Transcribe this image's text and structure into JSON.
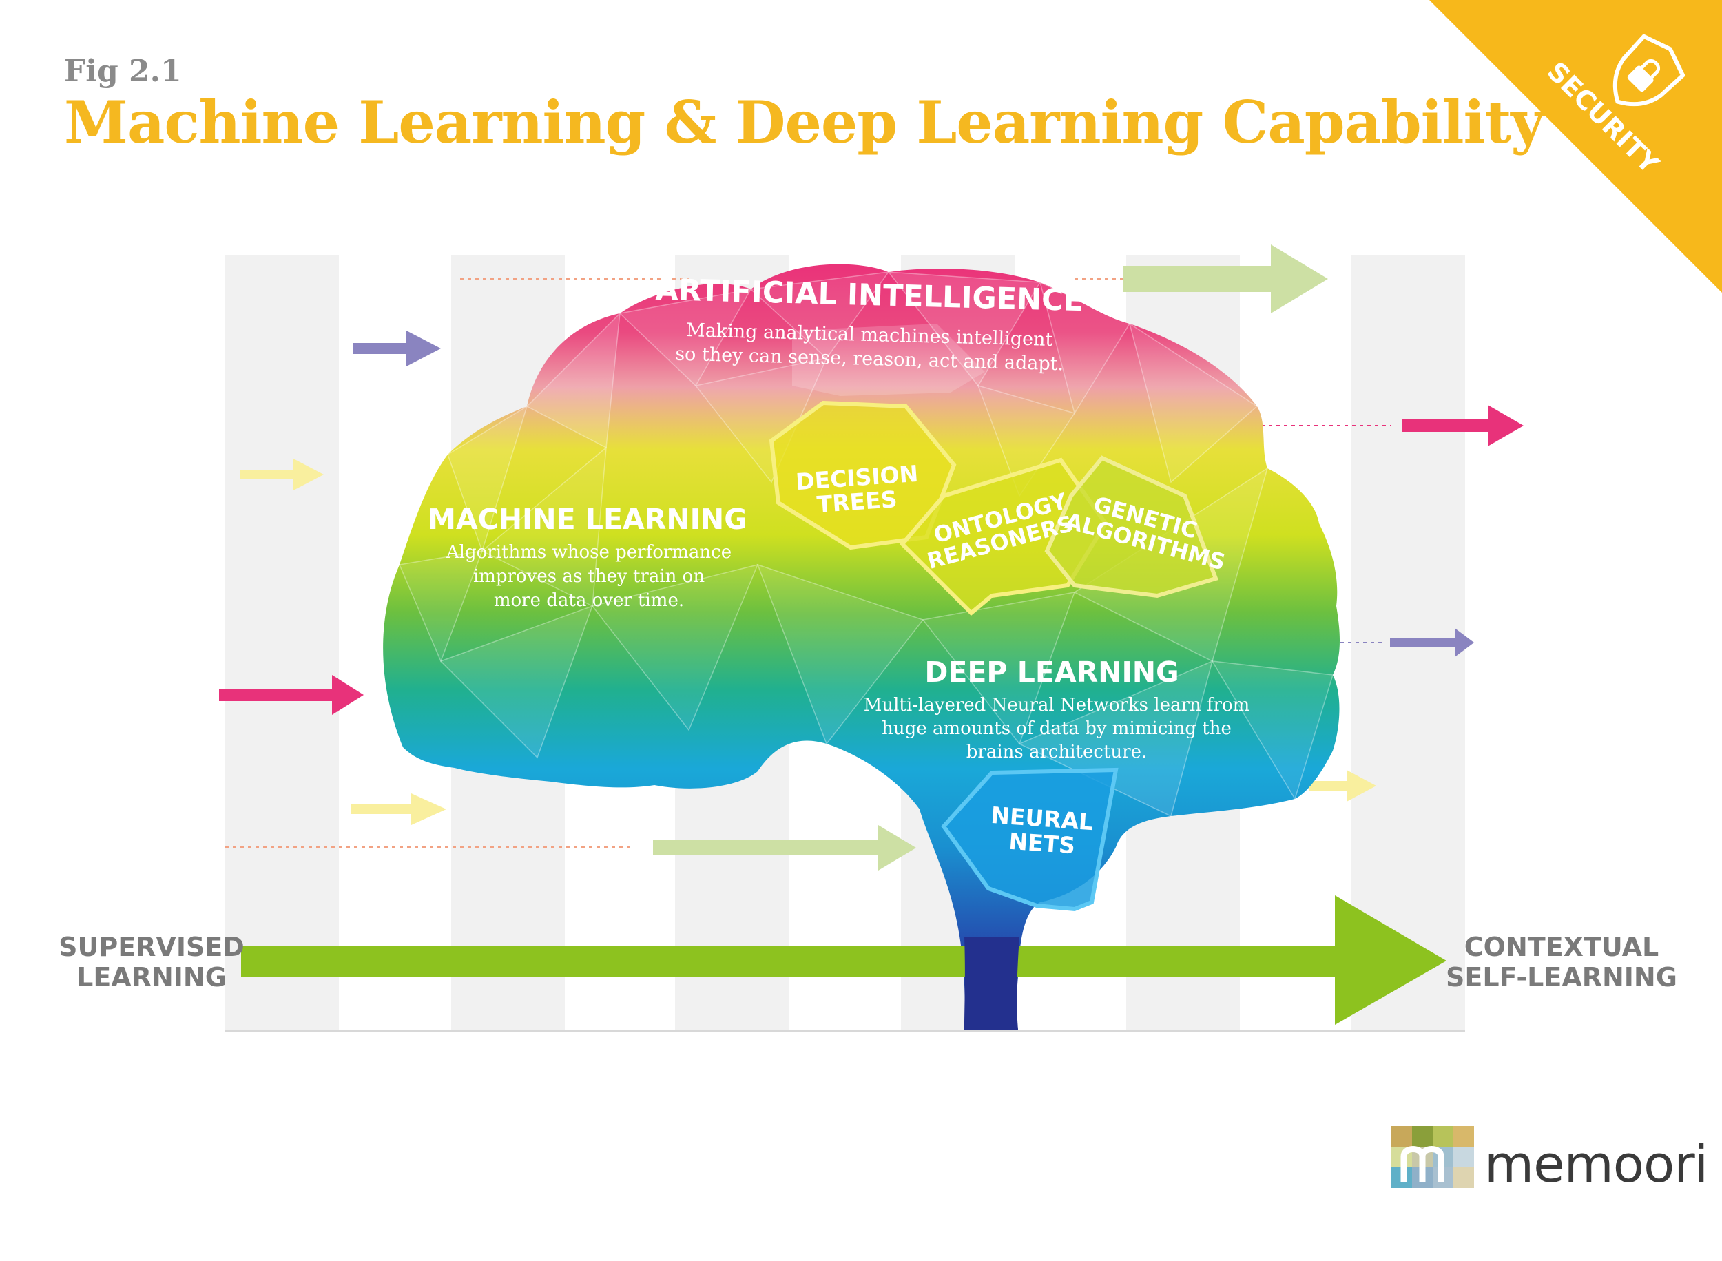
{
  "header": {
    "fig_label": "Fig 2.1",
    "title": "Machine Learning & Deep Learning Capability"
  },
  "corner_badge": {
    "label": "SECURITY",
    "icon": "shield-lock-icon",
    "color": "#f7b81b"
  },
  "regions": {
    "ai": {
      "title": "ARTIFICIAL INTELLIGENCE",
      "desc_line1": "Making analytical machines intelligent",
      "desc_line2": "so they can sense, reason, act and adapt."
    },
    "ml": {
      "title": "MACHINE LEARNING",
      "desc_line1": "Algorithms whose performance",
      "desc_line2": "improves as they train on",
      "desc_line3": "more data over time."
    },
    "dl": {
      "title": "DEEP LEARNING",
      "desc_line1": "Multi-layered Neural Networks learn from",
      "desc_line2": "huge amounts of data by mimicing the",
      "desc_line3": "brains architecture."
    }
  },
  "techniques": {
    "decision_trees": {
      "line1": "DECISION",
      "line2": "TREES"
    },
    "ontology": {
      "line1": "ONTOLOGY",
      "line2": "REASONERS"
    },
    "genetic": {
      "line1": "GENETIC",
      "line2": "ALGORITHMS"
    },
    "neural_nets": {
      "line1": "NEURAL",
      "line2": "NETS"
    }
  },
  "axis": {
    "left_line1": "SUPERVISED",
    "left_line2": "LEARNING",
    "right_line1": "CONTEXTUAL",
    "right_line2": "SELF-LEARNING"
  },
  "colors": {
    "magenta": "#e8327a",
    "yellow": "#e3e01a",
    "green": "#8cc020",
    "cyan": "#1aa8d8",
    "blue": "#2a3aa0",
    "axis_green": "#8dc21f",
    "arrow_purple": "#8a84c0",
    "arrow_pale_yellow": "#f9ef9e",
    "arrow_pale_green": "#cde0a4",
    "title_gold": "#f5b820"
  },
  "logo": {
    "text": "memoori"
  }
}
